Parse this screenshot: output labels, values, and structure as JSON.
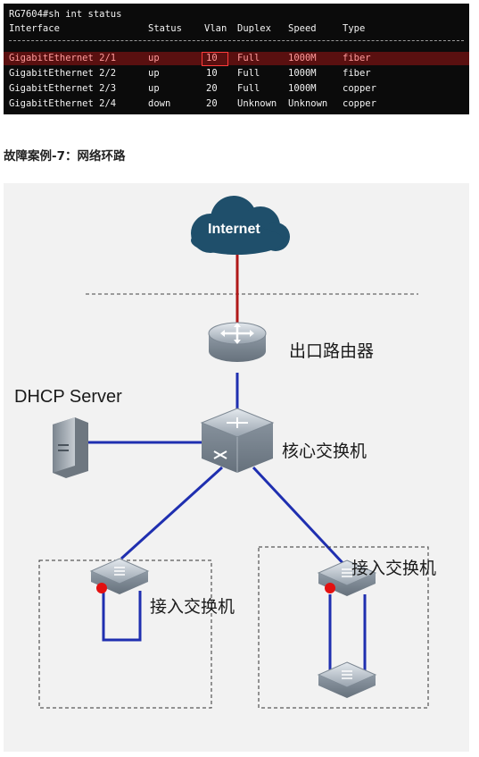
{
  "terminal": {
    "prompt": "RG7604#sh int status",
    "columns": [
      "Interface",
      "Status",
      "Vlan",
      "Duplex",
      "Speed",
      "Type"
    ],
    "rows": [
      [
        "GigabitEthernet 2/1",
        "up",
        "10",
        "Full",
        "1000M",
        "fiber"
      ],
      [
        "GigabitEthernet 2/2",
        "up",
        "10",
        "Full",
        "1000M",
        "fiber"
      ],
      [
        "GigabitEthernet 2/3",
        "up",
        "20",
        "Full",
        "1000M",
        "copper"
      ],
      [
        "GigabitEthernet 2/4",
        "down",
        "20",
        "Unknown",
        "Unknown",
        "copper"
      ]
    ],
    "highlighted_row": 0,
    "colors": {
      "background": "#0b0b0b",
      "text": "#f2f2f2",
      "highlight": "#ff3b3b"
    }
  },
  "case_title": "故障案例-7：网络环路",
  "diagram": {
    "internet": "Internet",
    "router": "出口路由器",
    "dhcp_server": "DHCP Server",
    "core_switch": "核心交换机",
    "access_switch_left": "接入交换机",
    "access_switch_right": "接入交换机",
    "colors": {
      "uplink": "#b01818",
      "link": "#1f2fb0",
      "loop_port": "#e31010",
      "cloud": "#1f4f6b"
    }
  }
}
